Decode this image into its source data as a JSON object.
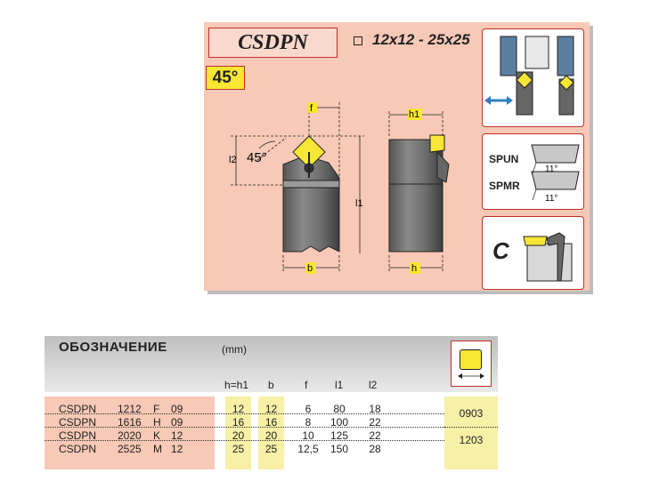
{
  "header": {
    "title": "CSDPN",
    "size_range": "12x12 - 25x25",
    "angle_badge": "45°"
  },
  "drawing": {
    "angle_label": "45°",
    "dim_f": "f",
    "dim_l2": "l2",
    "dim_l1": "l1",
    "dim_b": "b",
    "dim_h1": "h1",
    "dim_h": "h"
  },
  "inserts_panel": {
    "grade_1": "SPUN",
    "grade_2": "SPMR",
    "angle_1": "11°",
    "angle_2": "11°",
    "clamp_letter": "C"
  },
  "table": {
    "heading": "ОБОЗНАЧЕНИЕ",
    "unit": "(mm)",
    "columns": [
      "h=h1",
      "b",
      "f",
      "l1",
      "l2"
    ],
    "rows": [
      {
        "c1": "CSDPN",
        "c2": "1212",
        "c3": "F",
        "c4": "09",
        "h": "12",
        "b": "12",
        "f": "6",
        "l1": "80",
        "l2": "18"
      },
      {
        "c1": "CSDPN",
        "c2": "1616",
        "c3": "H",
        "c4": "09",
        "h": "16",
        "b": "16",
        "f": "8",
        "l1": "100",
        "l2": "22"
      },
      {
        "c1": "CSDPN",
        "c2": "2020",
        "c3": "K",
        "c4": "12",
        "h": "20",
        "b": "20",
        "f": "10",
        "l1": "125",
        "l2": "22"
      },
      {
        "c1": "CSDPN",
        "c2": "2525",
        "c3": "M",
        "c4": "12",
        "h": "25",
        "b": "25",
        "f": "12,5",
        "l1": "150",
        "l2": "28"
      }
    ],
    "insert_codes": [
      "0903",
      "1203"
    ]
  },
  "colors": {
    "panel": "#f7c9b6",
    "accent_red": "#c0302b",
    "insert_yellow": "#f7e633",
    "pale_yellow": "#f7f0a6"
  }
}
